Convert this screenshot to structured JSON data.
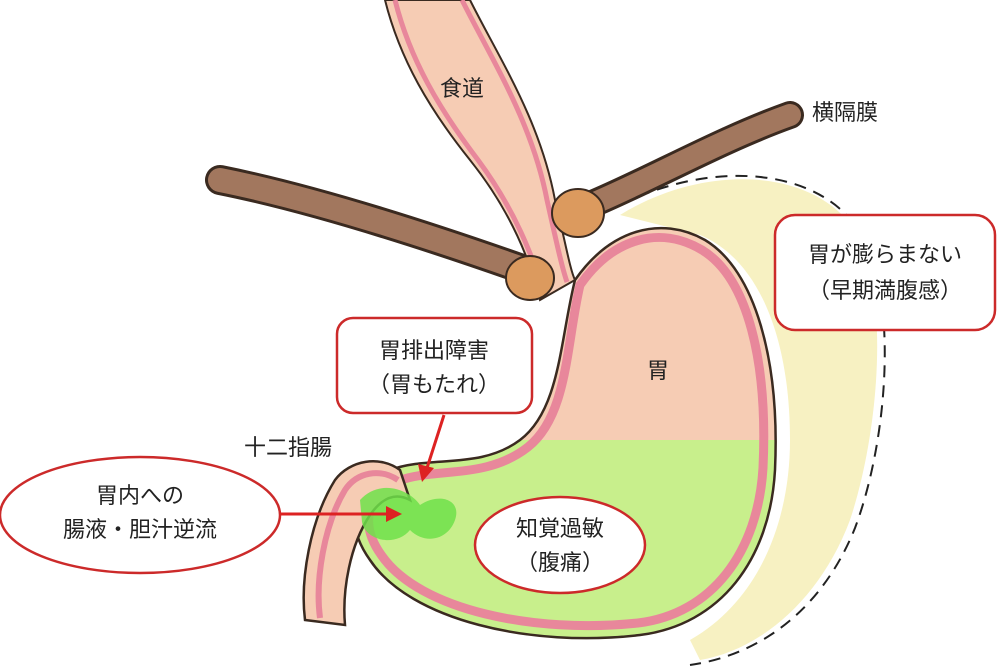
{
  "labels": {
    "esophagus": "食道",
    "diaphragm": "横隔膜",
    "stomach": "胃",
    "duodenum": "十二指腸"
  },
  "callouts": {
    "early_satiety": {
      "line1": "胃が膨らまない",
      "line2": "（早期満腹感）"
    },
    "delayed_emptying": {
      "line1": "胃排出障害",
      "line2": "（胃もたれ）"
    },
    "reflux": {
      "line1": "胃内への",
      "line2": "腸液・胆汁逆流"
    },
    "hypersensitivity": {
      "line1": "知覚過敏",
      "line2": "（腹痛）"
    }
  },
  "colors": {
    "stomach_wall": "#e8879b",
    "stomach_fill": "#f6ccb4",
    "fluid": "#c8ef8c",
    "bile": "#6ee04a",
    "expansion": "#f7f1c2",
    "diaphragm": "#a2775e",
    "sphincter": "#dc9a5e",
    "callout_border": "#cc2a2a"
  }
}
